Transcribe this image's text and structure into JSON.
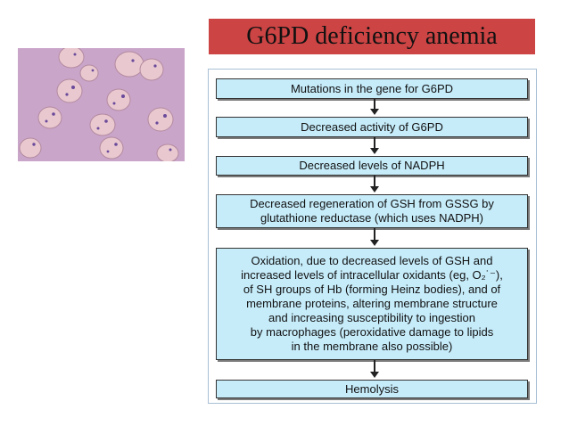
{
  "slide": {
    "title": "G6PD deficiency anemia",
    "banner_color": "#cc4444",
    "box_color": "#c6ecfa"
  },
  "photo": {
    "description_icon": "blood-smear-photo-icon"
  },
  "flowchart": {
    "steps": [
      {
        "lines": [
          "Mutations in the gene for G6PD"
        ]
      },
      {
        "lines": [
          "Decreased activity of G6PD"
        ]
      },
      {
        "lines": [
          "Decreased levels of NADPH"
        ]
      },
      {
        "lines": [
          "Decreased regeneration of GSH from GSSG by",
          "glutathione reductase (which uses NADPH)"
        ]
      },
      {
        "lines": [
          "Oxidation, due to decreased levels of GSH and",
          "increased levels of intracellular oxidants (eg, O₂˙⁻),",
          "of SH groups of Hb (forming Heinz bodies), and of",
          "membrane proteins, altering membrane structure",
          "and increasing susceptibility to ingestion",
          "by macrophages (peroxidative damage to lipids",
          "in the membrane also possible)"
        ]
      },
      {
        "lines": [
          "Hemolysis"
        ]
      }
    ]
  }
}
